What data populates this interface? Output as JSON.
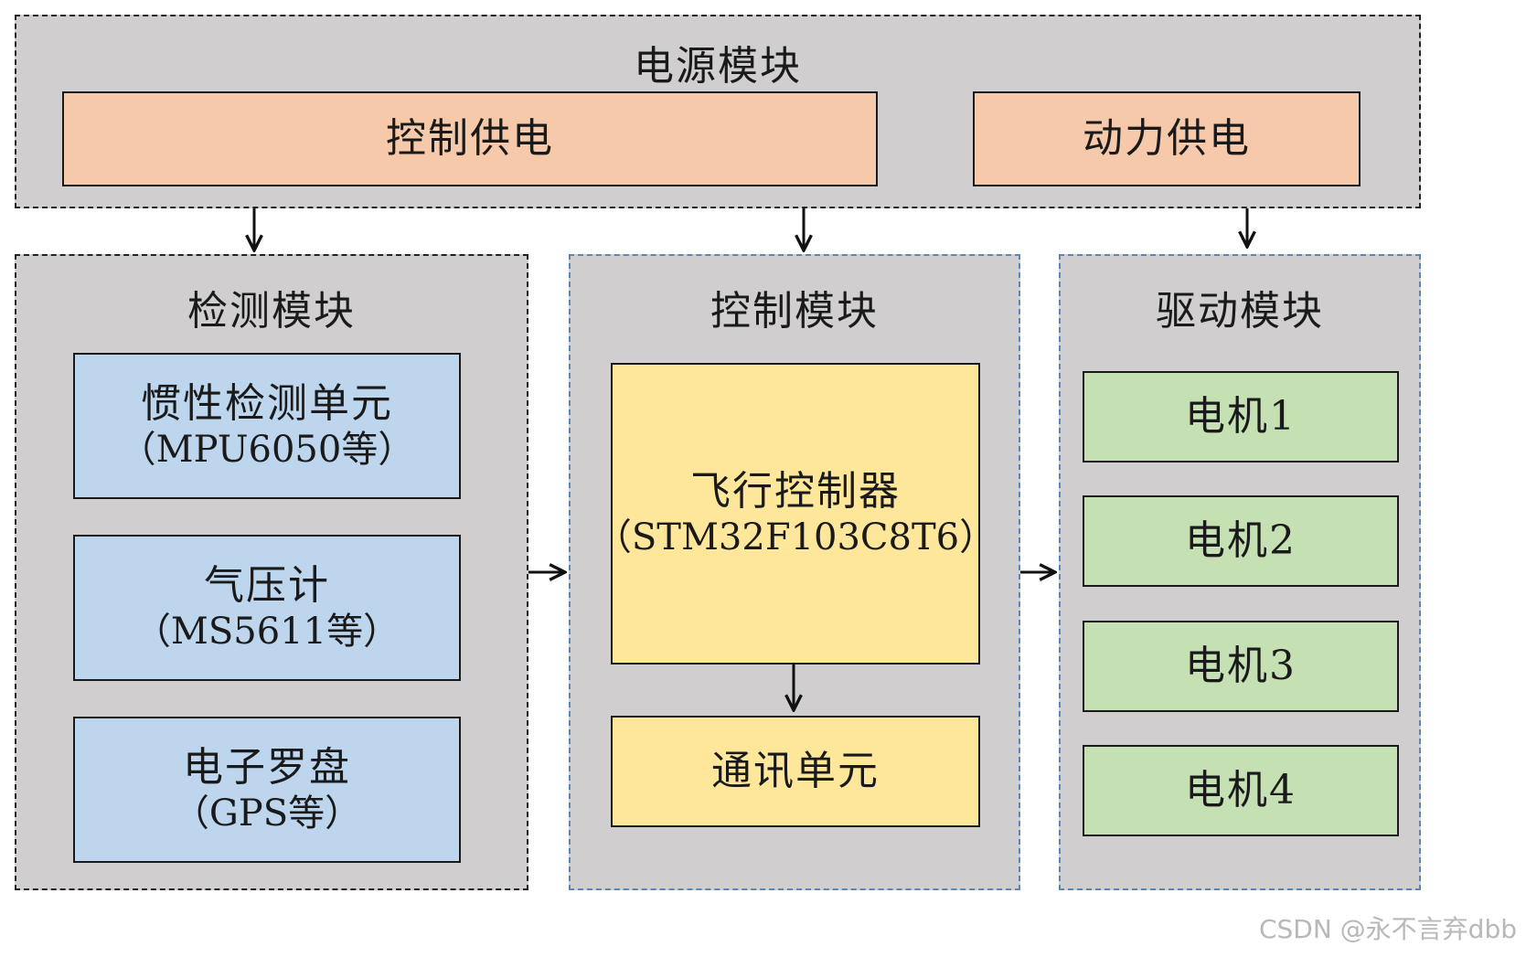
{
  "power_module": {
    "title": "电源模块",
    "control_supply": "控制供电",
    "power_supply": "动力供电"
  },
  "detection_module": {
    "title": "检测模块",
    "items": [
      {
        "name": "惯性检测单元",
        "detail": "（MPU6050等）"
      },
      {
        "name": "气压计",
        "detail": "（MS5611等）"
      },
      {
        "name": "电子罗盘",
        "detail": "（GPS等）"
      }
    ]
  },
  "control_module": {
    "title": "控制模块",
    "flight_controller": {
      "name": "飞行控制器",
      "detail": "（STM32F103C8T6）"
    },
    "comm_unit": "通讯单元"
  },
  "drive_module": {
    "title": "驱动模块",
    "motors": [
      "电机1",
      "电机2",
      "电机3",
      "电机4"
    ]
  },
  "watermark": "CSDN @永不言弃dbb",
  "colors": {
    "group_bg": "#d0cece",
    "power_box": "#f6c9aa",
    "detect_box": "#bdd6ee",
    "control_box": "#fee79b",
    "motor_box": "#c5e0b3"
  }
}
